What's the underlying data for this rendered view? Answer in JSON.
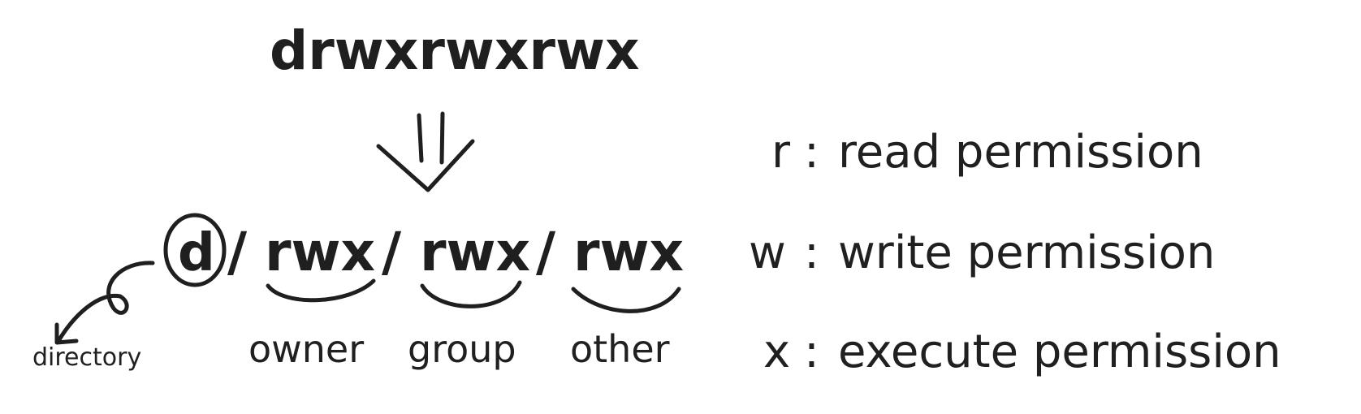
{
  "title": "drwxrwxrwx",
  "breakdown": {
    "type_char": "d",
    "separators": [
      "/",
      "/",
      "/"
    ],
    "groups": [
      {
        "perms": "rwx",
        "label": "owner"
      },
      {
        "perms": "rwx",
        "label": "group"
      },
      {
        "perms": "rwx",
        "label": "other"
      }
    ],
    "type_label": "directory"
  },
  "legend": [
    {
      "key": "r",
      "sep": ":",
      "text": "read permission"
    },
    {
      "key": "w",
      "sep": ":",
      "text": "write permission"
    },
    {
      "key": "x",
      "sep": ":",
      "text": "execute permission"
    }
  ],
  "colors": {
    "ink": "#1f1f1f",
    "background": "#ffffff"
  },
  "icons": [
    "double-down-arrow-icon",
    "curved-arrow-icon",
    "circle-outline",
    "brace-curve"
  ]
}
